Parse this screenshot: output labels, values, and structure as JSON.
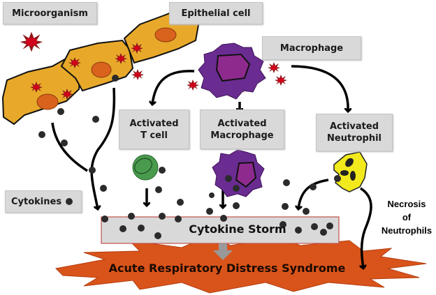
{
  "labels": {
    "microorganism": "Microorganism",
    "epithelial_cell": "Epithelial cell",
    "macrophage": "Macrophage",
    "activated_t_cell_line1": "Activated",
    "activated_t_cell_line2": "T cell",
    "activated_macrophage_line1": "Activated",
    "activated_macrophage_line2": "Macrophage",
    "activated_neutrophil_line1": "Activated",
    "activated_neutrophil_line2": "Neutrophil",
    "cytokines": "Cytokines",
    "cytokine_storm": "Cytokine Storm",
    "ards": "Acute Respiratory Distress Syndrome",
    "necrosis_line1": "Necrosis",
    "necrosis_line2": "of",
    "necrosis_line3": "Neutrophils"
  },
  "colors": {
    "epithelial": "#e8a92a",
    "nucleus_orange": "#d9621d",
    "microbe_red": "#d0021b",
    "macrophage_purple": "#6a2c91",
    "macrophage_nucleus": "#8e2a8e",
    "t_cell_green": "#4a9a4e",
    "neutrophil_yellow": "#f2ea1c",
    "cytokine_dot": "#2b2b2b",
    "ards_orange": "#d9541a",
    "storm_border": "#c0504d",
    "label_gray": "#d9d9d9"
  }
}
